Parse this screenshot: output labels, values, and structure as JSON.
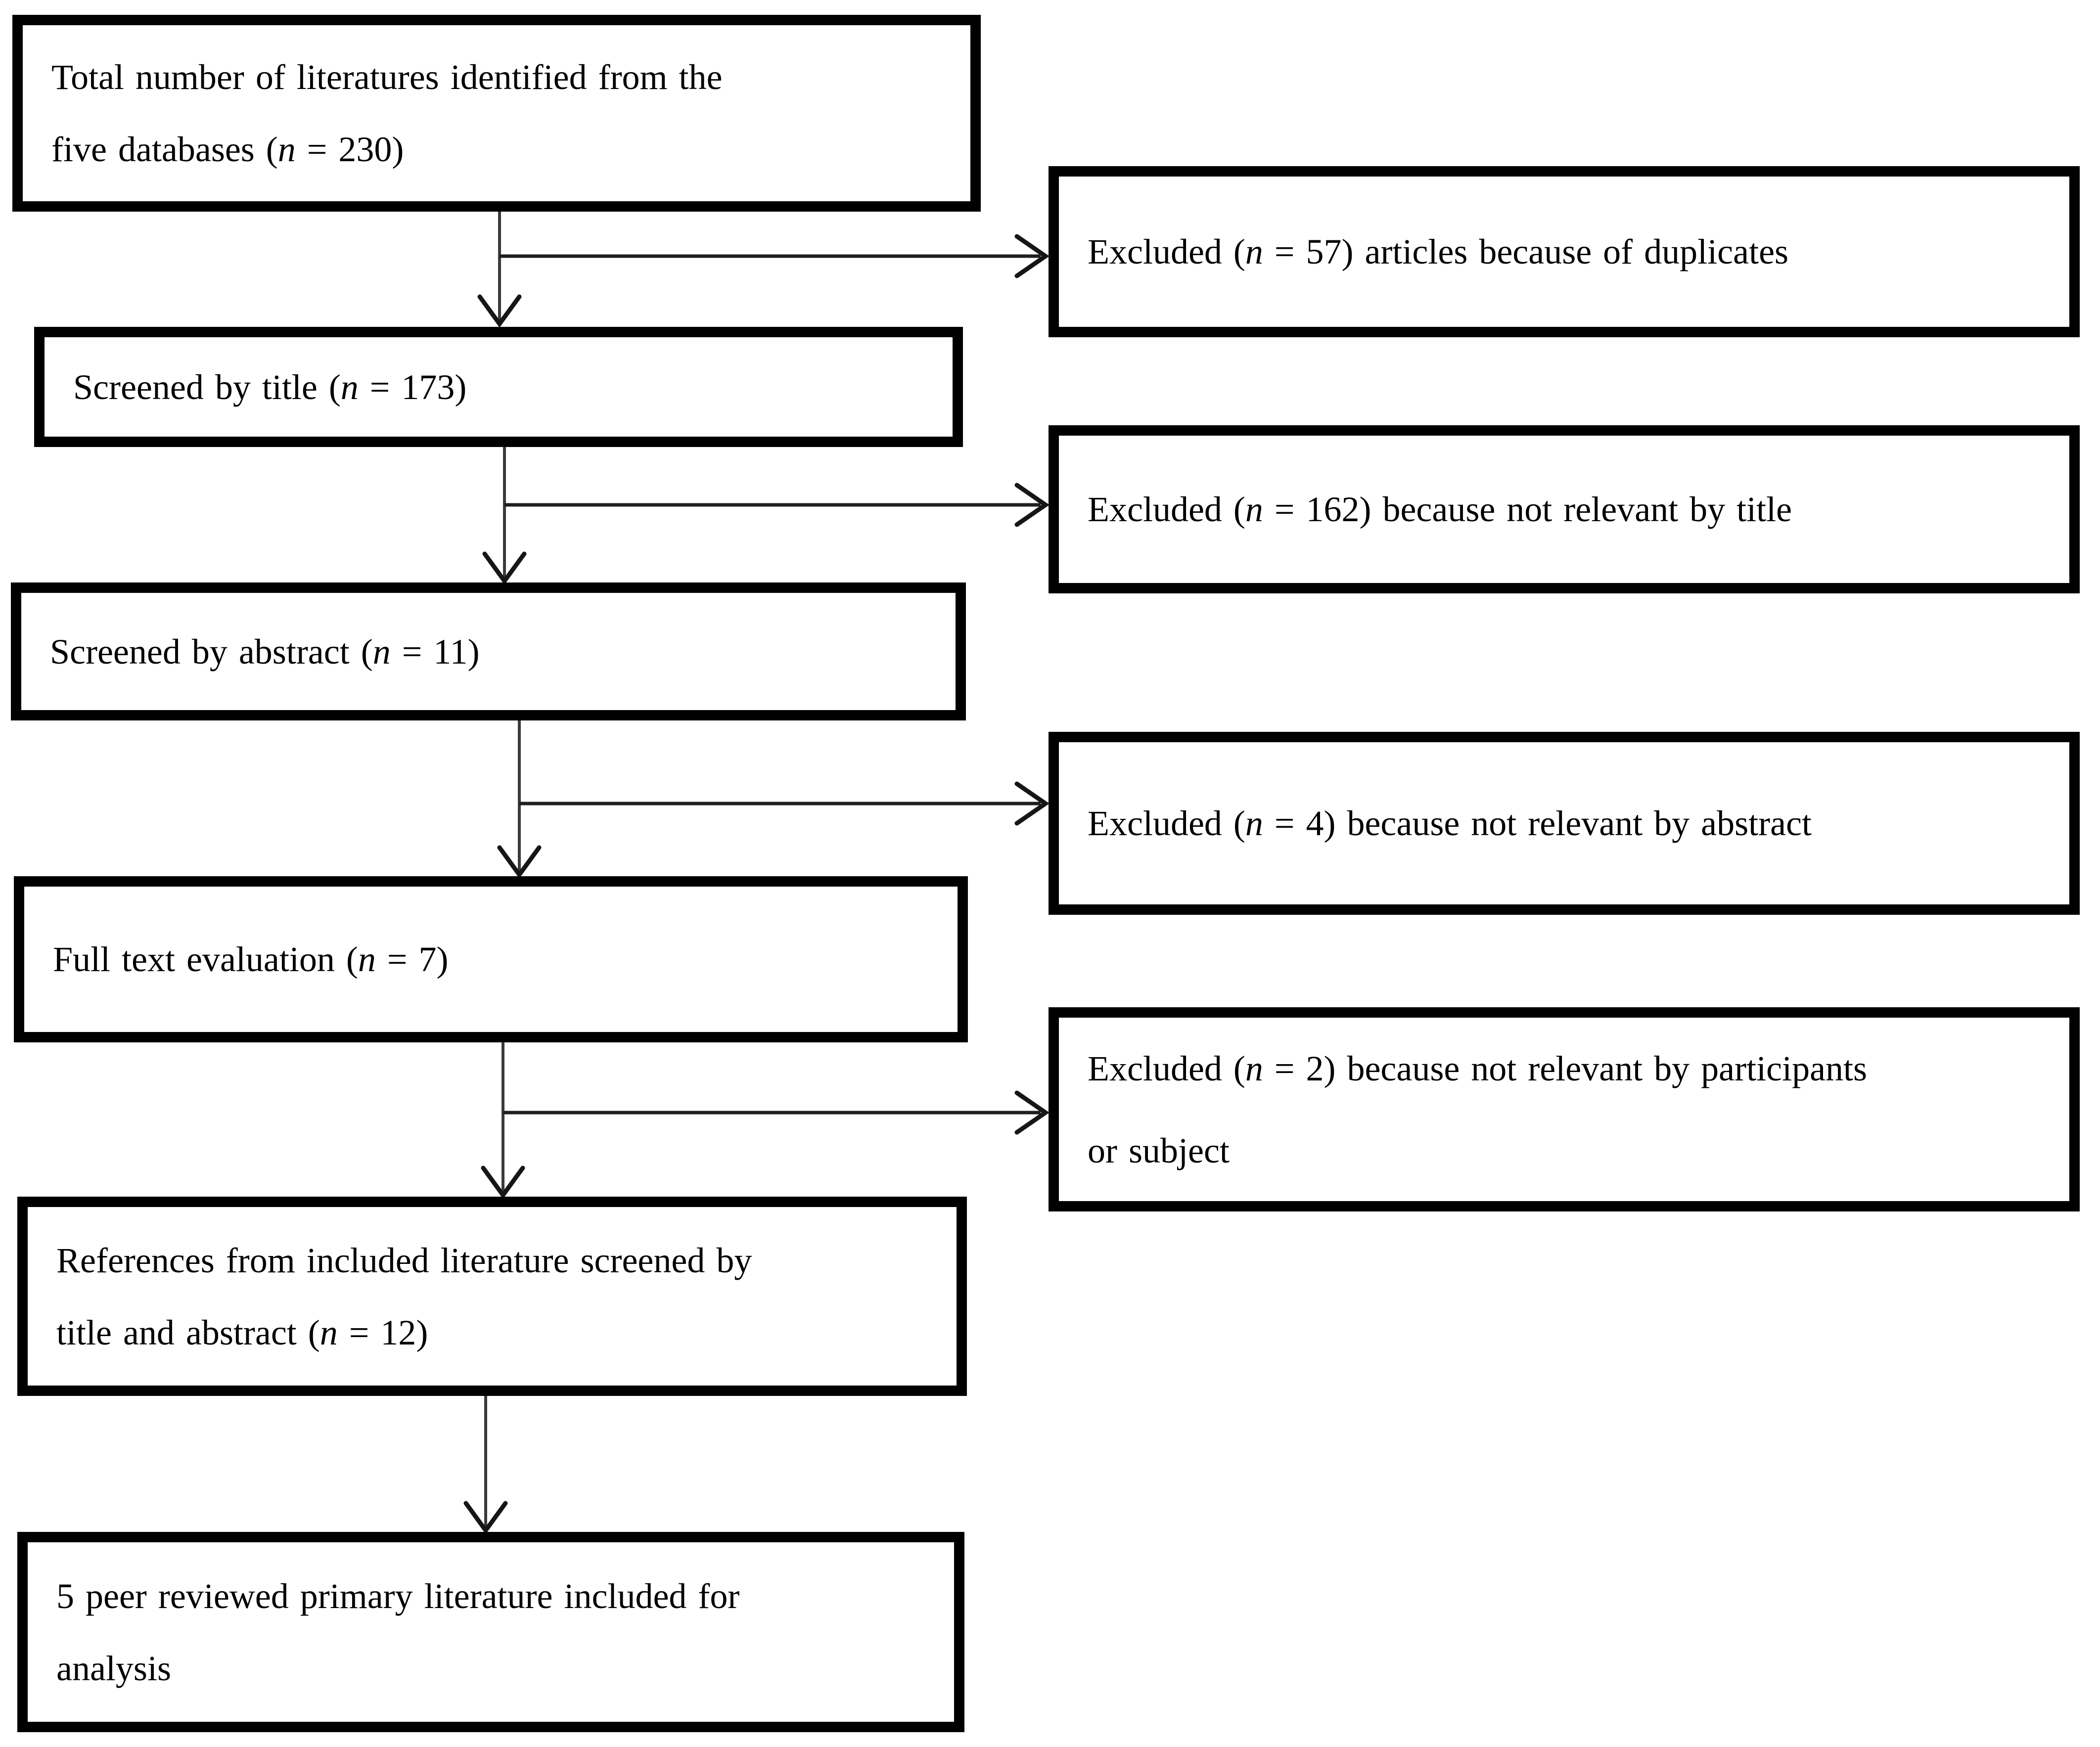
{
  "figure": {
    "kind": "literature-screening-flowchart",
    "background": "#ffffff"
  },
  "colors": {
    "box_border": "#000000",
    "box_fill": "#ffffff",
    "text": "#000000",
    "connector_line": "#3a3a3a",
    "branch_line": "#1f1f1f",
    "arrowhead": "#161616"
  },
  "main_boxes": [
    {
      "id": "identified",
      "text": "Total number of literatures identified from the five databases (n = 230)",
      "n": 230,
      "lines": [
        {
          "pre": "Total number of literatures identified from the",
          "var": "",
          "post": ""
        },
        {
          "pre": "five databases (",
          "var": "n",
          "post": " = 230)"
        }
      ]
    },
    {
      "id": "screened-by-title",
      "text": "Screened by title (n = 173)",
      "n": 173,
      "lines": [
        {
          "pre": "Screened by title (",
          "var": "n",
          "post": " = 173)"
        }
      ]
    },
    {
      "id": "screened-by-abstract",
      "text": "Screened by abstract (n = 11)",
      "n": 11,
      "lines": [
        {
          "pre": "Screened by abstract (",
          "var": "n",
          "post": " = 11)"
        }
      ]
    },
    {
      "id": "full-text-evaluation",
      "text": "Full text evaluation (n = 7)",
      "n": 7,
      "lines": [
        {
          "pre": "Full text evaluation (",
          "var": "n",
          "post": " = 7)"
        }
      ]
    },
    {
      "id": "references-screened",
      "text": "References from included literature screened by title and abstract (n = 12)",
      "n": 12,
      "lines": [
        {
          "pre": "References from included literature screened by",
          "var": "",
          "post": ""
        },
        {
          "pre": "title and abstract (",
          "var": "n",
          "post": " = 12)"
        }
      ]
    },
    {
      "id": "included-for-analysis",
      "text": "5 peer reviewed primary literature included for analysis",
      "n": 5,
      "lines": [
        {
          "pre": "5 peer reviewed primary literature included for",
          "var": "",
          "post": ""
        },
        {
          "pre": "analysis",
          "var": "",
          "post": ""
        }
      ]
    }
  ],
  "exclusion_boxes": [
    {
      "id": "excluded-duplicates",
      "text": "Excluded (n = 57) articles because of duplicates",
      "n": 57,
      "lines": [
        {
          "pre": "Excluded (",
          "var": "n",
          "post": " = 57) articles because of duplicates"
        }
      ]
    },
    {
      "id": "excluded-not-relevant-title",
      "text": "Excluded (n = 162) because not relevant by title",
      "n": 162,
      "lines": [
        {
          "pre": "Excluded (",
          "var": "n",
          "post": " = 162) because not relevant by title"
        }
      ]
    },
    {
      "id": "excluded-not-relevant-abstract",
      "text": "Excluded (n = 4) because not relevant by abstract",
      "n": 4,
      "lines": [
        {
          "pre": "Excluded (",
          "var": "n",
          "post": " = 4) because not relevant by abstract"
        }
      ]
    },
    {
      "id": "excluded-not-relevant-participants",
      "text": "Excluded (n = 2) because not relevant by participants or subject",
      "n": 2,
      "lines": [
        {
          "pre": "Excluded (",
          "var": "n",
          "post": " = 2) because not relevant by participants"
        },
        {
          "pre": "or subject",
          "var": "",
          "post": ""
        }
      ]
    }
  ]
}
